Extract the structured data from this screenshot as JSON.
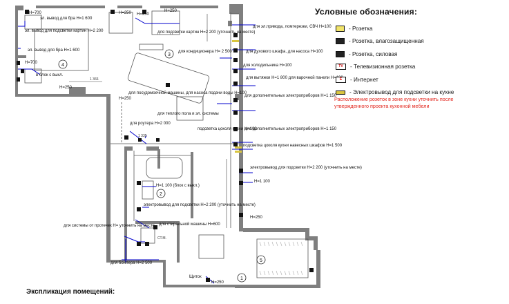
{
  "legend": {
    "title": "Условные обозначения:",
    "items": [
      {
        "icon": "socket-icon",
        "symbol": "",
        "text": "- Розетка"
      },
      {
        "icon": "waterproof-socket-icon",
        "symbol": "",
        "text": "- Розетка, влагозащищенная"
      },
      {
        "icon": "power-socket-icon",
        "symbol": "",
        "text": "- Розетка, силовая"
      },
      {
        "icon": "tv-socket-icon",
        "symbol": "TV",
        "text": "- Телевизионная розетка"
      },
      {
        "icon": "internet-socket-icon",
        "symbol": "E",
        "text": "- Интернет"
      },
      {
        "icon": "kitchen-light-output-icon",
        "symbol": "",
        "text": "- Электровывод для подсветки на кухне"
      }
    ]
  },
  "note": "Расположение розеток в зоне кухни уточнить после утвержденного проекта кухонной мебели",
  "explication_title": "Экспликация помещений:",
  "rooms": [
    "1",
    "2",
    "3",
    "4",
    "5"
  ],
  "labels": {
    "h700_top": "H=700",
    "h250_a": "H=250",
    "h250_b": "H=250",
    "h250_c": "H=250",
    "bra_1600_a": "эл. вывод для бра H=1 600",
    "lamp_picture": "эл. вывод для подсветки картин H=2 200",
    "picture_light_r": "для подсветки картин H=2 200 (уточнить на месте)",
    "bra_1600_b": "эл. вывод для бра H=1 600",
    "h700_left": "H=700",
    "block_switch_a": "в блок с выкл.",
    "h250_left": "H=250",
    "drive_label": "для эл.привода, ломтерезки, СВЧ H=100",
    "oven_label": "для духового шкафа, для насоса H=100",
    "ac_label": "для кондиционера H= 2 500",
    "fridge_label": "для холодильника H=100",
    "hood_label": "для вытяжки H=1 800 для варочной панели H=100",
    "dishwasher_label": "для посудомоечной машины, для насоса подачи воды H=100",
    "extra_appl_a": "для дополнительных электроприборов H=1 150",
    "router_label": "для роутера H=2 000",
    "floor_heat_label": "для теплого пола и эл. системы",
    "plinth_label": "подсветка цоколя кухни H=100",
    "extra_appl_b": "для дополнительных электроприборов H=1 150",
    "cabinet_light": "подсветка цоколя кухни навесных шкафов H=1 500",
    "kitchen_light_out": "электровывод для подсветки H=2 200 (уточнить на месте)",
    "h1100_r": "H=1 100",
    "h1100_block": "H=1 100 (блок с выкл.)",
    "mirror_light": "электровывод для подсветки H=2 200 (уточнить на месте)",
    "washer_label": "для стиральной машины H=600",
    "leak_label": "для системы от протечек H= уточнить на месте",
    "boiler_label": "для бойлера H=2 500",
    "h250_r": "H=250",
    "h250_shield": "H=250",
    "shield": "Щиток",
    "h250_corr": "H=250",
    "cm": "СТ.М.",
    "d1366": "1 366",
    "d1335": "1 335",
    "d250": "H=250"
  },
  "colors": {
    "wall": "#7a7a7a",
    "leader": "#0000cc",
    "note": "#e2231a",
    "socket": "#f1e46a"
  }
}
